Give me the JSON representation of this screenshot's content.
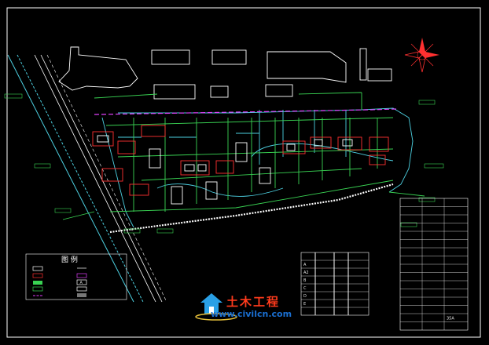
{
  "watermark": {
    "title": "土木工程",
    "url": "www.civilcn.com"
  },
  "legend": {
    "title": "图 例",
    "items_left": [
      "",
      "",
      "",
      "",
      "",
      "",
      ""
    ],
    "items_right": [
      "",
      "",
      "",
      "A",
      "",
      ""
    ]
  },
  "stats_table": {
    "headers": [
      "",
      "",
      "",
      ""
    ],
    "rows": [
      [
        "A",
        "",
        "",
        ""
      ],
      [
        "A2",
        "",
        "",
        ""
      ],
      [
        "B",
        "",
        "",
        ""
      ],
      [
        "C",
        "",
        "",
        ""
      ],
      [
        "D",
        "",
        "",
        ""
      ],
      [
        "E",
        "",
        "",
        ""
      ],
      [
        "",
        "",
        "",
        ""
      ]
    ]
  },
  "eco_table": {
    "rows": [
      [
        "",
        "",
        ""
      ],
      [
        "",
        "",
        ""
      ],
      [
        "",
        "",
        ""
      ],
      [
        "",
        "",
        ""
      ],
      [
        "",
        "",
        ""
      ],
      [
        "",
        "",
        ""
      ],
      [
        "",
        "",
        ""
      ],
      [
        "",
        "",
        ""
      ],
      [
        "",
        "",
        ""
      ],
      [
        "",
        "",
        ""
      ],
      [
        "",
        "",
        ""
      ],
      [
        "",
        "",
        ""
      ],
      [
        "",
        "",
        ""
      ],
      [
        "",
        "",
        ""
      ],
      [
        "",
        "",
        "35A"
      ],
      [
        "",
        "",
        ""
      ]
    ]
  },
  "colors": {
    "background": "#000000",
    "frame": "#ffffff",
    "road": "#4dd0e1",
    "green": "#39d353",
    "magenta": "#e040fb",
    "red": "#ff3030",
    "white": "#ffffff",
    "yellow": "#ffe14d"
  },
  "icons": [
    "north-arrow-icon",
    "house-logo-icon"
  ]
}
